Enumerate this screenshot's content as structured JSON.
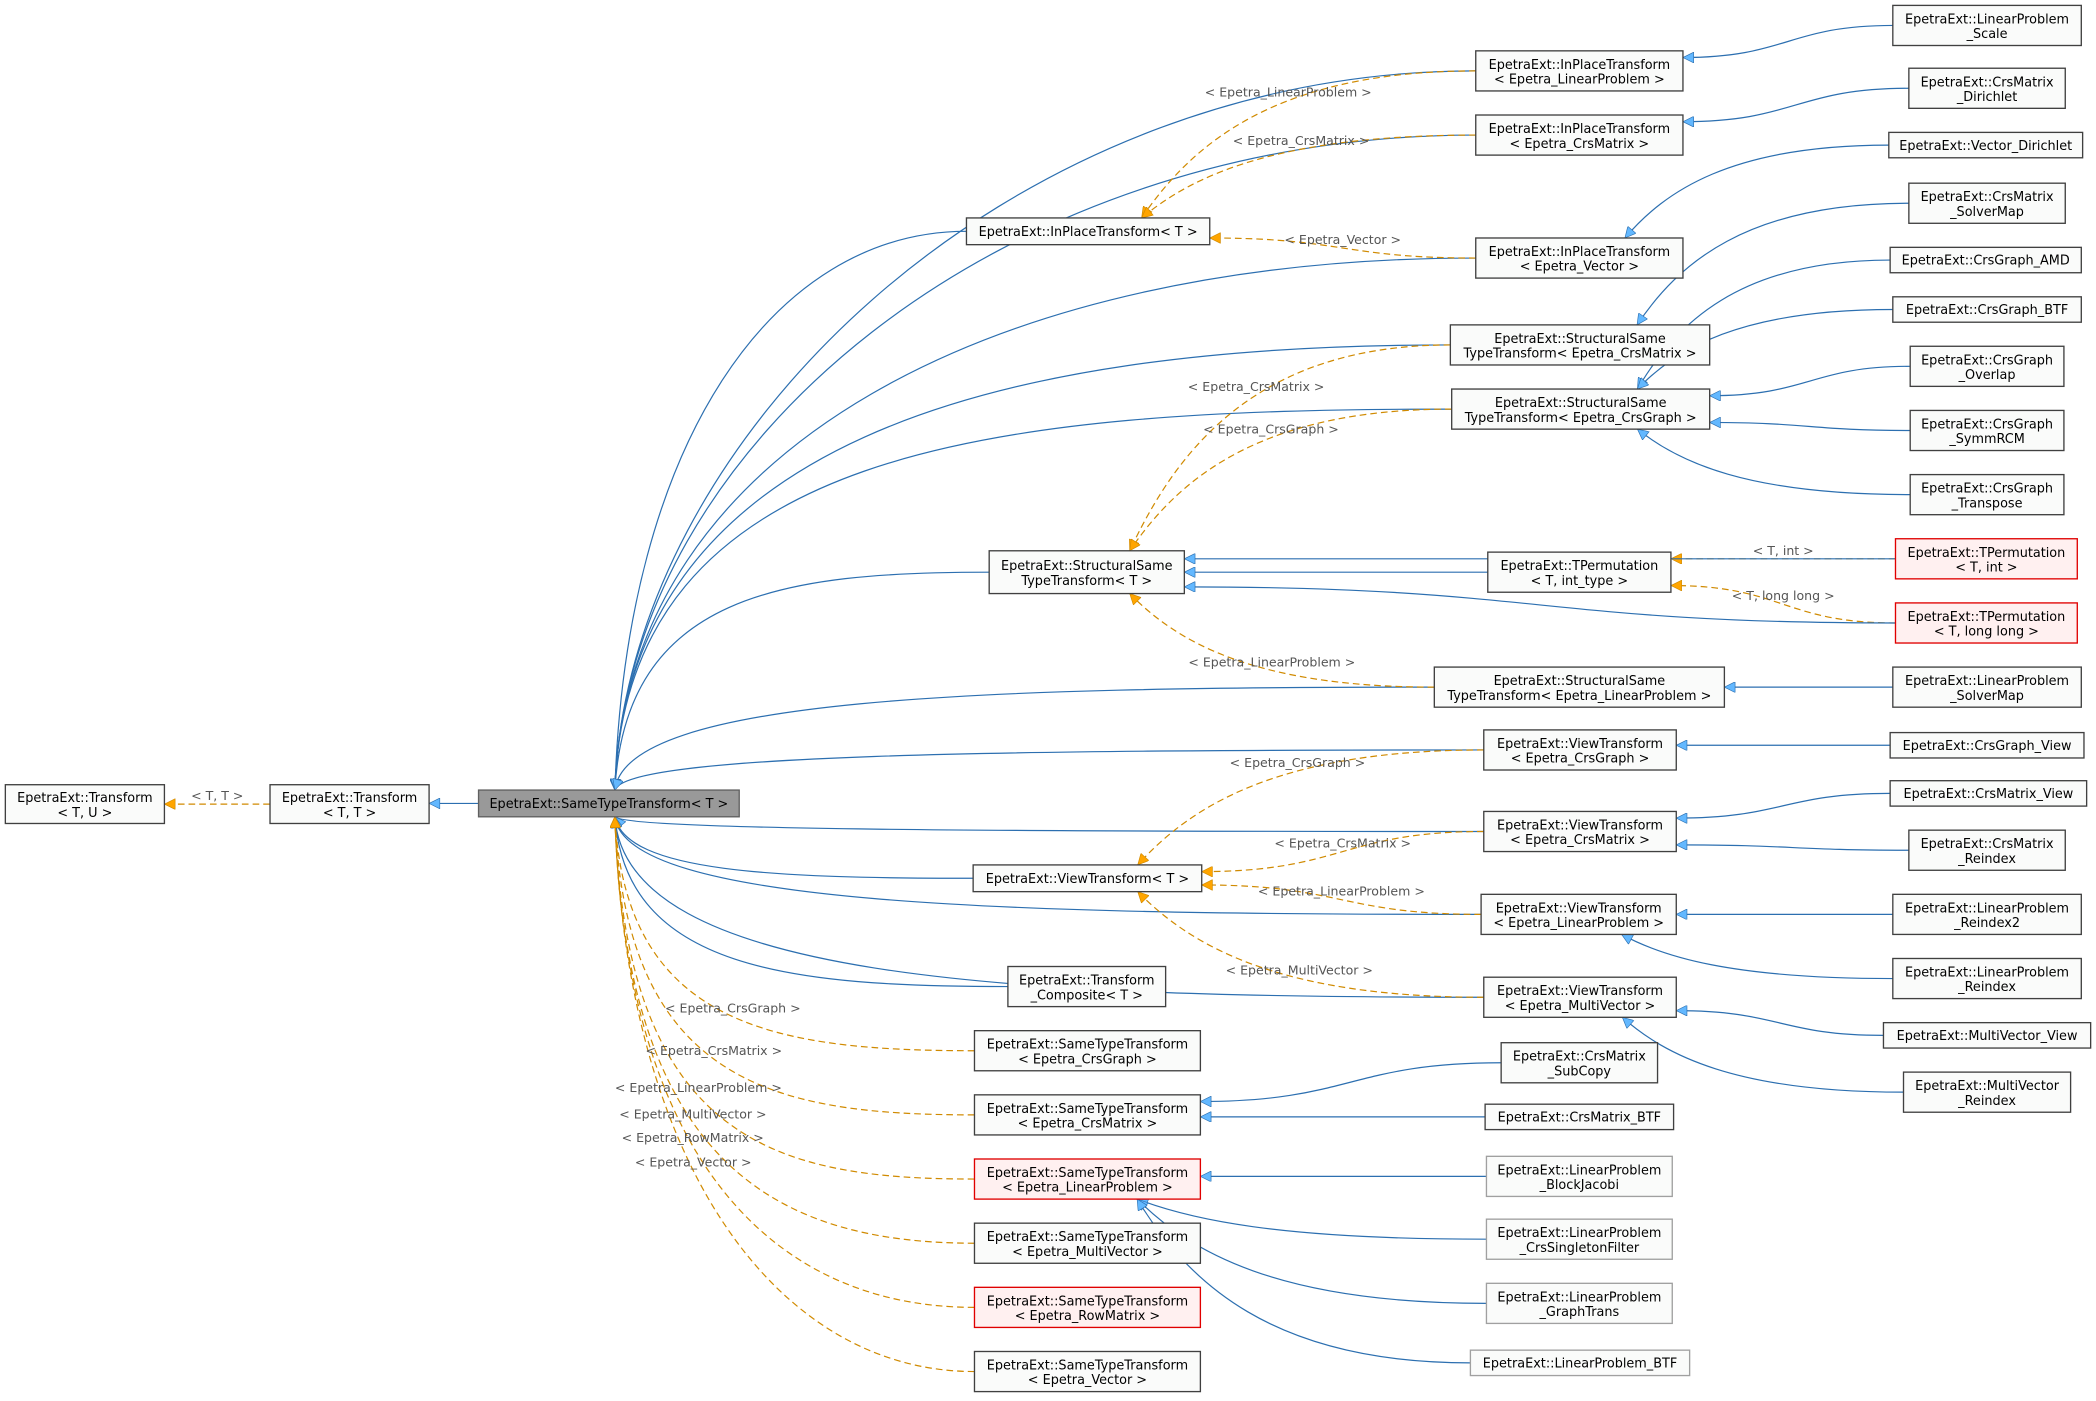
{
  "colors": {
    "inheritance_line": "#2c6fb0",
    "inheritance_arrow": "#63b8ff",
    "template_line": "#d08a00",
    "template_arrow": "#ffa500",
    "highlight_node": "#999999",
    "missing_node_border": "#e00000"
  },
  "nodes": {
    "T_TU": {
      "lines": [
        "EpetraExt::Transform",
        "< T, U >"
      ]
    },
    "T_TT": {
      "lines": [
        "EpetraExt::Transform",
        "< T, T >"
      ]
    },
    "STT": {
      "lines": [
        "EpetraExt::SameTypeTransform< T >"
      ]
    },
    "IPT_T": {
      "lines": [
        "EpetraExt::InPlaceTransform< T >"
      ]
    },
    "IPT_LP": {
      "lines": [
        "EpetraExt::InPlaceTransform",
        "< Epetra_LinearProblem >"
      ]
    },
    "IPT_CM": {
      "lines": [
        "EpetraExt::InPlaceTransform",
        "< Epetra_CrsMatrix >"
      ]
    },
    "IPT_V": {
      "lines": [
        "EpetraExt::InPlaceTransform",
        "< Epetra_Vector >"
      ]
    },
    "LP_Scale": {
      "lines": [
        "EpetraExt::LinearProblem",
        "_Scale"
      ]
    },
    "CM_Dirichlet": {
      "lines": [
        "EpetraExt::CrsMatrix",
        "_Dirichlet"
      ]
    },
    "V_Dirichlet": {
      "lines": [
        "EpetraExt::Vector_Dirichlet"
      ]
    },
    "CM_SolverMap": {
      "lines": [
        "EpetraExt::CrsMatrix",
        "_SolverMap"
      ]
    },
    "CG_AMD": {
      "lines": [
        "EpetraExt::CrsGraph_AMD"
      ]
    },
    "CG_BTF": {
      "lines": [
        "EpetraExt::CrsGraph_BTF"
      ]
    },
    "CG_Overlap": {
      "lines": [
        "EpetraExt::CrsGraph",
        "_Overlap"
      ]
    },
    "CG_SymmRCM": {
      "lines": [
        "EpetraExt::CrsGraph",
        "_SymmRCM"
      ]
    },
    "CG_Transpose": {
      "lines": [
        "EpetraExt::CrsGraph",
        "_Transpose"
      ]
    },
    "SST_CM": {
      "lines": [
        "EpetraExt::StructuralSame",
        "TypeTransform< Epetra_CrsMatrix >"
      ]
    },
    "SST_CG": {
      "lines": [
        "EpetraExt::StructuralSame",
        "TypeTransform< Epetra_CrsGraph >"
      ]
    },
    "SST_T": {
      "lines": [
        "EpetraExt::StructuralSame",
        "TypeTransform< T >"
      ]
    },
    "TP_IT": {
      "lines": [
        "EpetraExt::TPermutation",
        "< T, int_type >"
      ]
    },
    "TP_INT": {
      "lines": [
        "EpetraExt::TPermutation",
        "< T, int >"
      ]
    },
    "TP_LL": {
      "lines": [
        "EpetraExt::TPermutation",
        "< T, long long >"
      ]
    },
    "SST_LP": {
      "lines": [
        "EpetraExt::StructuralSame",
        "TypeTransform< Epetra_LinearProblem >"
      ]
    },
    "LP_SolverMap": {
      "lines": [
        "EpetraExt::LinearProblem",
        "_SolverMap"
      ]
    },
    "VT_CG": {
      "lines": [
        "EpetraExt::ViewTransform",
        "< Epetra_CrsGraph >"
      ]
    },
    "CG_View": {
      "lines": [
        "EpetraExt::CrsGraph_View"
      ]
    },
    "VT_CM": {
      "lines": [
        "EpetraExt::ViewTransform",
        "< Epetra_CrsMatrix >"
      ]
    },
    "CM_View": {
      "lines": [
        "EpetraExt::CrsMatrix_View"
      ]
    },
    "CM_Reindex": {
      "lines": [
        "EpetraExt::CrsMatrix",
        "_Reindex"
      ]
    },
    "VT_LP": {
      "lines": [
        "EpetraExt::ViewTransform",
        "< Epetra_LinearProblem >"
      ]
    },
    "LP_Reindex2": {
      "lines": [
        "EpetraExt::LinearProblem",
        "_Reindex2"
      ]
    },
    "LP_Reindex": {
      "lines": [
        "EpetraExt::LinearProblem",
        "_Reindex"
      ]
    },
    "VT_MV": {
      "lines": [
        "EpetraExt::ViewTransform",
        "< Epetra_MultiVector >"
      ]
    },
    "MV_View": {
      "lines": [
        "EpetraExt::MultiVector_View"
      ]
    },
    "MV_Reindex": {
      "lines": [
        "EpetraExt::MultiVector",
        "_Reindex"
      ]
    },
    "VT_T": {
      "lines": [
        "EpetraExt::ViewTransform< T >"
      ]
    },
    "TC": {
      "lines": [
        "EpetraExt::Transform",
        "_Composite< T >"
      ]
    },
    "STT_CG": {
      "lines": [
        "EpetraExt::SameTypeTransform",
        "< Epetra_CrsGraph >"
      ]
    },
    "STT_CM": {
      "lines": [
        "EpetraExt::SameTypeTransform",
        "< Epetra_CrsMatrix >"
      ]
    },
    "STT_LP": {
      "lines": [
        "EpetraExt::SameTypeTransform",
        "< Epetra_LinearProblem >"
      ]
    },
    "STT_MV": {
      "lines": [
        "EpetraExt::SameTypeTransform",
        "< Epetra_MultiVector >"
      ]
    },
    "STT_RM": {
      "lines": [
        "EpetraExt::SameTypeTransform",
        "< Epetra_RowMatrix >"
      ]
    },
    "STT_V": {
      "lines": [
        "EpetraExt::SameTypeTransform",
        "< Epetra_Vector >"
      ]
    },
    "CM_SubCopy": {
      "lines": [
        "EpetraExt::CrsMatrix",
        "_SubCopy"
      ]
    },
    "CM_BTF": {
      "lines": [
        "EpetraExt::CrsMatrix_BTF"
      ]
    },
    "LP_BlockJacobi": {
      "lines": [
        "EpetraExt::LinearProblem",
        "_BlockJacobi"
      ]
    },
    "LP_CrsSingleton": {
      "lines": [
        "EpetraExt::LinearProblem",
        "_CrsSingletonFilter"
      ]
    },
    "LP_GraphTrans": {
      "lines": [
        "EpetraExt::LinearProblem",
        "_GraphTrans"
      ]
    },
    "LP_BTF": {
      "lines": [
        "EpetraExt::LinearProblem_BTF"
      ]
    }
  },
  "edges": [
    {
      "from": "T_TT",
      "to": "T_TU",
      "kind": "template",
      "label": "< T, T >"
    },
    {
      "from": "STT",
      "to": "T_TT",
      "kind": "inherit"
    },
    {
      "from": "IPT_T",
      "to": "STT",
      "kind": "inherit"
    },
    {
      "from": "IPT_LP",
      "to": "STT",
      "kind": "inherit"
    },
    {
      "from": "IPT_CM",
      "to": "STT",
      "kind": "inherit"
    },
    {
      "from": "IPT_V",
      "to": "STT",
      "kind": "inherit"
    },
    {
      "from": "SST_CM",
      "to": "STT",
      "kind": "inherit"
    },
    {
      "from": "SST_CG",
      "to": "STT",
      "kind": "inherit"
    },
    {
      "from": "SST_T",
      "to": "STT",
      "kind": "inherit"
    },
    {
      "from": "SST_LP",
      "to": "STT",
      "kind": "inherit"
    },
    {
      "from": "VT_CG",
      "to": "STT",
      "kind": "inherit"
    },
    {
      "from": "VT_CM",
      "to": "STT",
      "kind": "inherit"
    },
    {
      "from": "VT_LP",
      "to": "STT",
      "kind": "inherit"
    },
    {
      "from": "VT_MV",
      "to": "STT",
      "kind": "inherit"
    },
    {
      "from": "VT_T",
      "to": "STT",
      "kind": "inherit"
    },
    {
      "from": "TC",
      "to": "STT",
      "kind": "inherit"
    },
    {
      "from": "STT_CG",
      "to": "STT",
      "kind": "template",
      "label": "< Epetra_CrsGraph >"
    },
    {
      "from": "STT_CM",
      "to": "STT",
      "kind": "template",
      "label": "< Epetra_CrsMatrix >"
    },
    {
      "from": "STT_LP",
      "to": "STT",
      "kind": "template",
      "label": "< Epetra_LinearProblem >"
    },
    {
      "from": "STT_MV",
      "to": "STT",
      "kind": "template",
      "label": "< Epetra_MultiVector >"
    },
    {
      "from": "STT_RM",
      "to": "STT",
      "kind": "template",
      "label": "< Epetra_RowMatrix >"
    },
    {
      "from": "STT_V",
      "to": "STT",
      "kind": "template",
      "label": "< Epetra_Vector >"
    },
    {
      "from": "IPT_LP",
      "to": "IPT_T",
      "kind": "template",
      "label": "< Epetra_LinearProblem >"
    },
    {
      "from": "IPT_CM",
      "to": "IPT_T",
      "kind": "template",
      "label": "< Epetra_CrsMatrix >"
    },
    {
      "from": "IPT_V",
      "to": "IPT_T",
      "kind": "template",
      "label": "< Epetra_Vector >"
    },
    {
      "from": "SST_CM",
      "to": "SST_T",
      "kind": "template",
      "label": "< Epetra_CrsMatrix >"
    },
    {
      "from": "SST_CG",
      "to": "SST_T",
      "kind": "template",
      "label": "< Epetra_CrsGraph >"
    },
    {
      "from": "SST_LP",
      "to": "SST_T",
      "kind": "template",
      "label": "< Epetra_LinearProblem >"
    },
    {
      "from": "VT_CG",
      "to": "VT_T",
      "kind": "template",
      "label": "< Epetra_CrsGraph >"
    },
    {
      "from": "VT_CM",
      "to": "VT_T",
      "kind": "template",
      "label": "< Epetra_CrsMatrix >"
    },
    {
      "from": "VT_LP",
      "to": "VT_T",
      "kind": "template",
      "label": "< Epetra_LinearProblem >"
    },
    {
      "from": "VT_MV",
      "to": "VT_T",
      "kind": "template",
      "label": "< Epetra_MultiVector >"
    },
    {
      "from": "TP_INT",
      "to": "TP_IT",
      "kind": "template",
      "label": "< T, int >"
    },
    {
      "from": "TP_LL",
      "to": "TP_IT",
      "kind": "template",
      "label": "< T, long long >"
    },
    {
      "from": "TP_IT",
      "to": "SST_T",
      "kind": "inherit"
    },
    {
      "from": "TP_INT",
      "to": "SST_T",
      "kind": "inherit"
    },
    {
      "from": "TP_LL",
      "to": "SST_T",
      "kind": "inherit"
    },
    {
      "from": "LP_Scale",
      "to": "IPT_LP",
      "kind": "inherit"
    },
    {
      "from": "CM_Dirichlet",
      "to": "IPT_CM",
      "kind": "inherit"
    },
    {
      "from": "V_Dirichlet",
      "to": "IPT_V",
      "kind": "inherit"
    },
    {
      "from": "CM_SolverMap",
      "to": "SST_CM",
      "kind": "inherit"
    },
    {
      "from": "CG_AMD",
      "to": "SST_CG",
      "kind": "inherit"
    },
    {
      "from": "CG_BTF",
      "to": "SST_CG",
      "kind": "inherit"
    },
    {
      "from": "CG_Overlap",
      "to": "SST_CG",
      "kind": "inherit"
    },
    {
      "from": "CG_SymmRCM",
      "to": "SST_CG",
      "kind": "inherit"
    },
    {
      "from": "CG_Transpose",
      "to": "SST_CG",
      "kind": "inherit"
    },
    {
      "from": "LP_SolverMap",
      "to": "SST_LP",
      "kind": "inherit"
    },
    {
      "from": "CG_View",
      "to": "VT_CG",
      "kind": "inherit"
    },
    {
      "from": "CM_View",
      "to": "VT_CM",
      "kind": "inherit"
    },
    {
      "from": "CM_Reindex",
      "to": "VT_CM",
      "kind": "inherit"
    },
    {
      "from": "LP_Reindex2",
      "to": "VT_LP",
      "kind": "inherit"
    },
    {
      "from": "LP_Reindex",
      "to": "VT_LP",
      "kind": "inherit"
    },
    {
      "from": "MV_View",
      "to": "VT_MV",
      "kind": "inherit"
    },
    {
      "from": "MV_Reindex",
      "to": "VT_MV",
      "kind": "inherit"
    },
    {
      "from": "CM_SubCopy",
      "to": "STT_CM",
      "kind": "inherit"
    },
    {
      "from": "CM_BTF",
      "to": "STT_CM",
      "kind": "inherit"
    },
    {
      "from": "LP_BlockJacobi",
      "to": "STT_LP",
      "kind": "inherit"
    },
    {
      "from": "LP_CrsSingleton",
      "to": "STT_LP",
      "kind": "inherit"
    },
    {
      "from": "LP_GraphTrans",
      "to": "STT_LP",
      "kind": "inherit"
    },
    {
      "from": "LP_BTF",
      "to": "STT_LP",
      "kind": "inherit"
    }
  ]
}
